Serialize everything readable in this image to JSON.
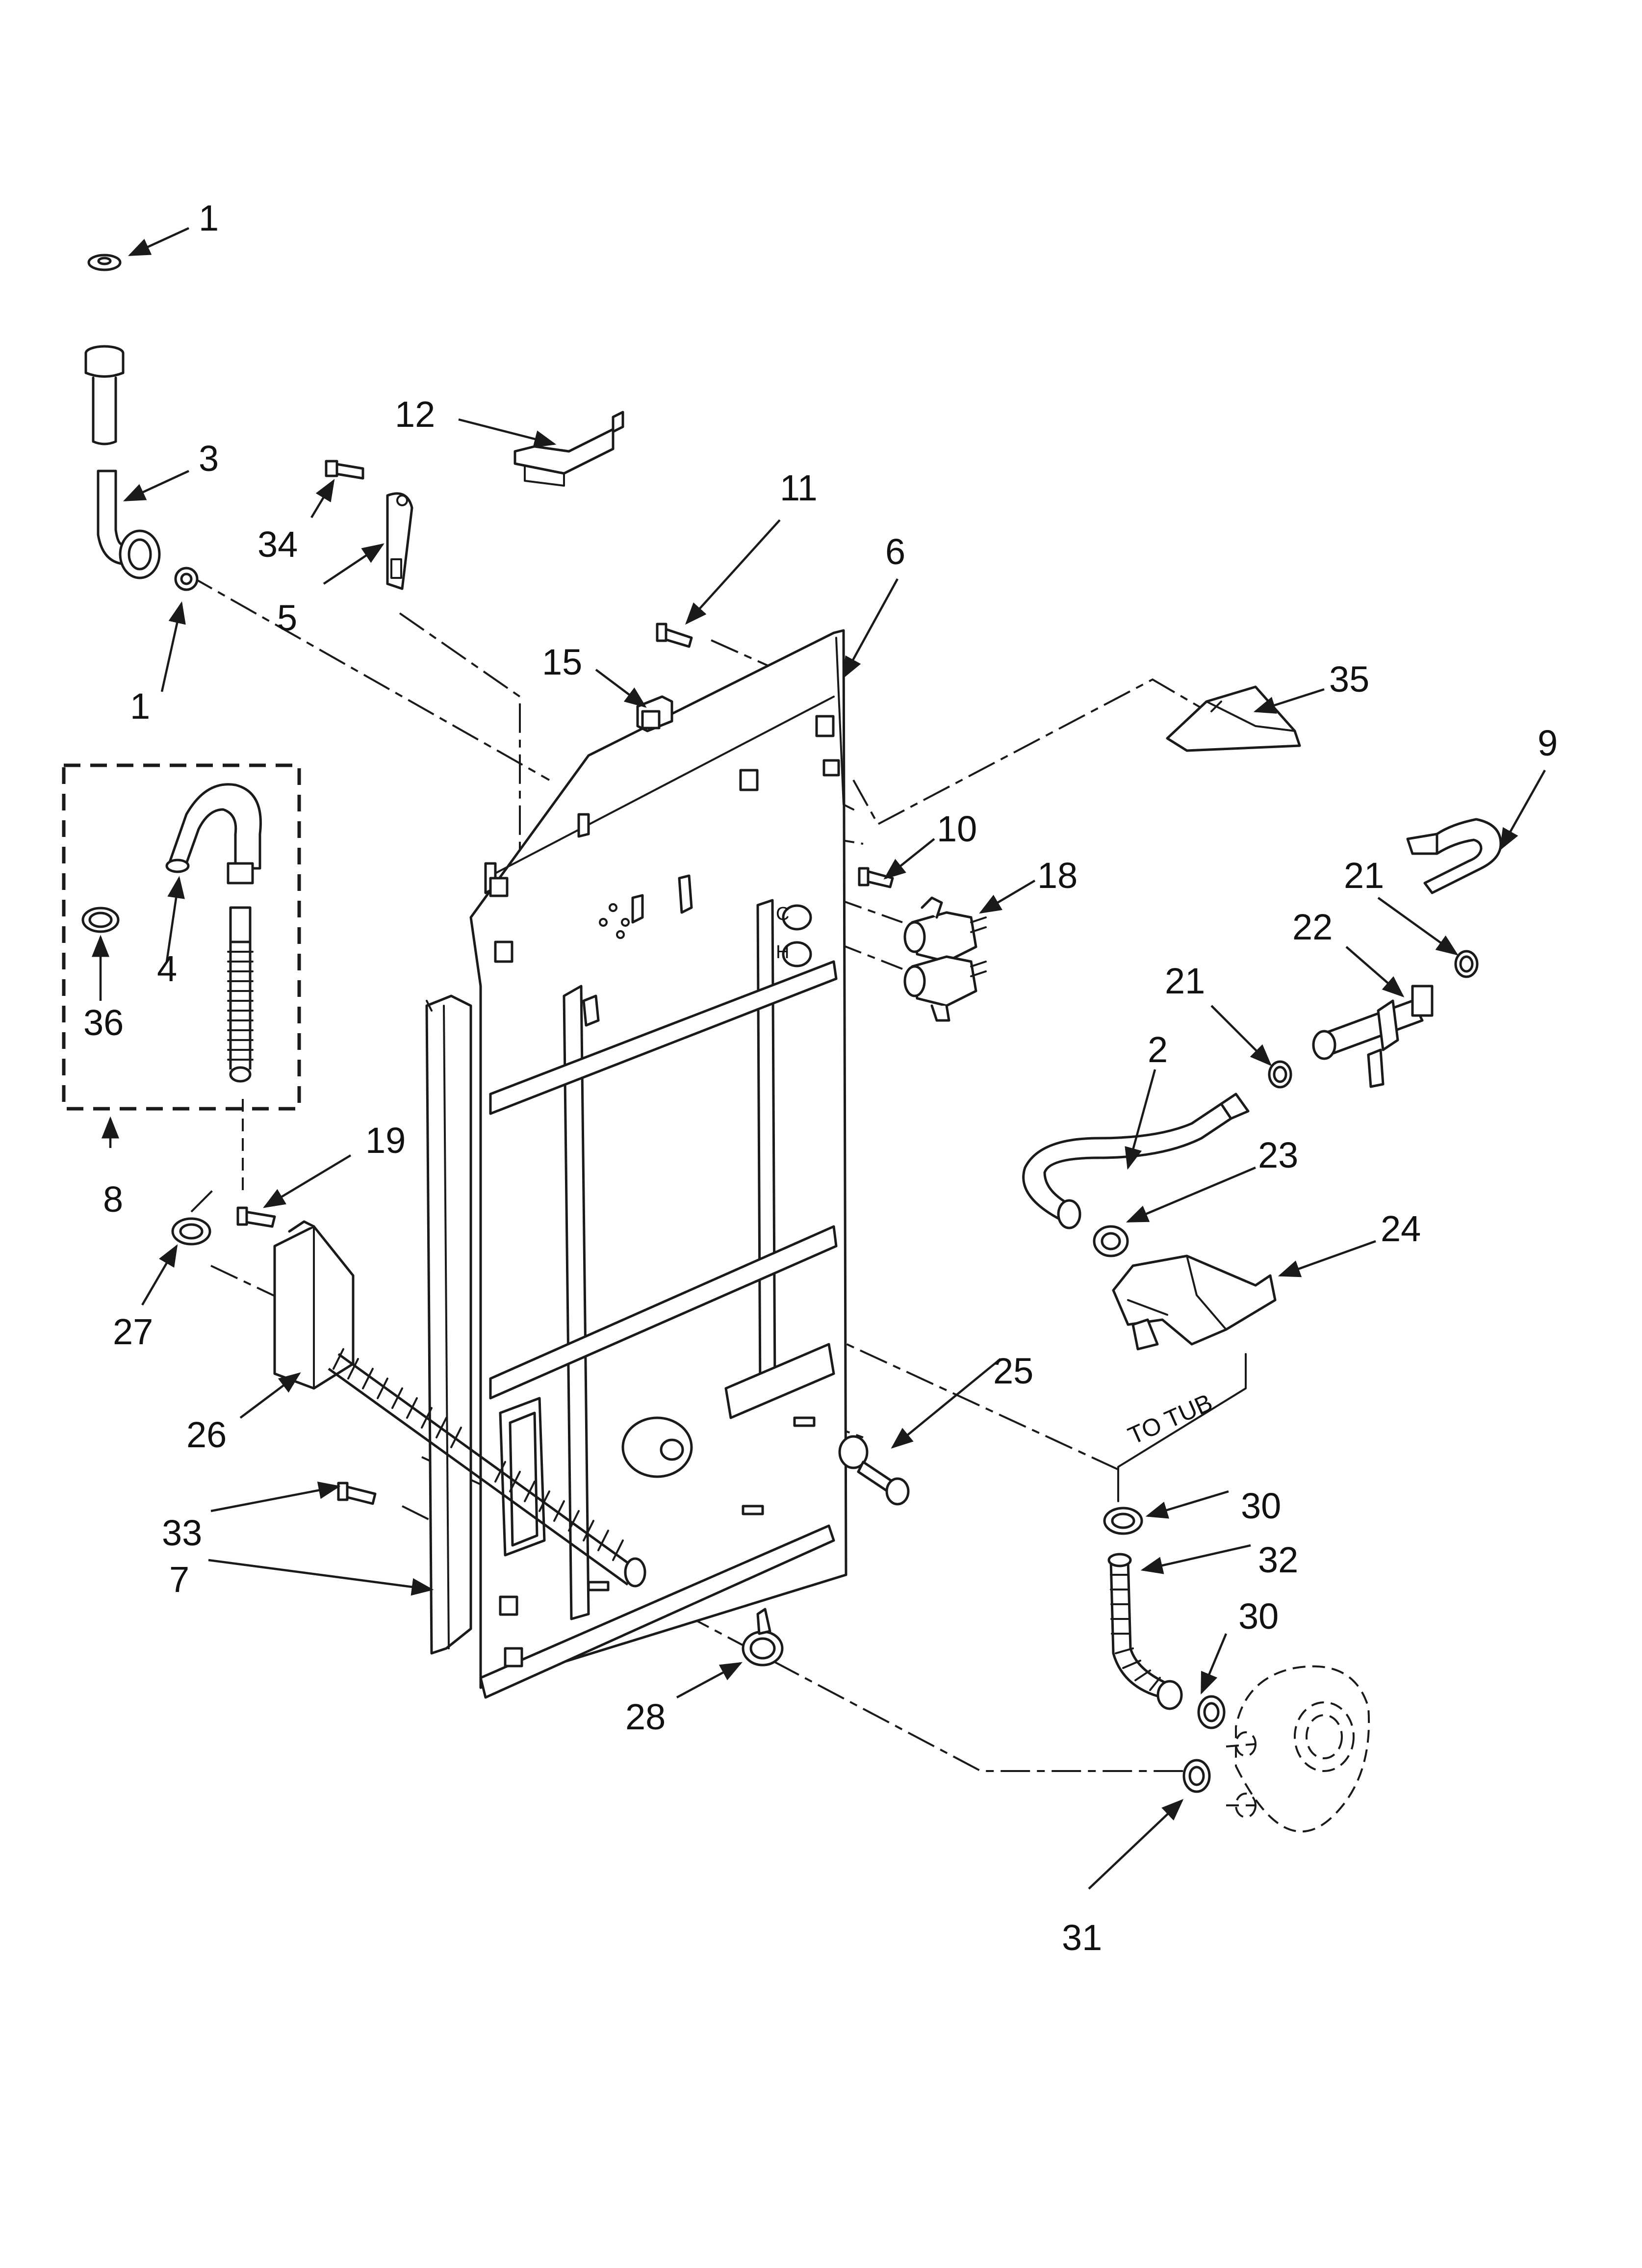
{
  "diagram": {
    "callouts": [
      "1",
      "3",
      "1",
      "12",
      "34",
      "5",
      "11",
      "6",
      "15",
      "35",
      "9",
      "10",
      "18",
      "21",
      "22",
      "21",
      "2",
      "23",
      "24",
      "4",
      "36",
      "8",
      "19",
      "27",
      "26",
      "33",
      "7",
      "25",
      "28",
      "30",
      "32",
      "30",
      "31"
    ],
    "labels": {
      "to_tub": "TO TUB",
      "cold": "C",
      "hot": "H"
    }
  }
}
